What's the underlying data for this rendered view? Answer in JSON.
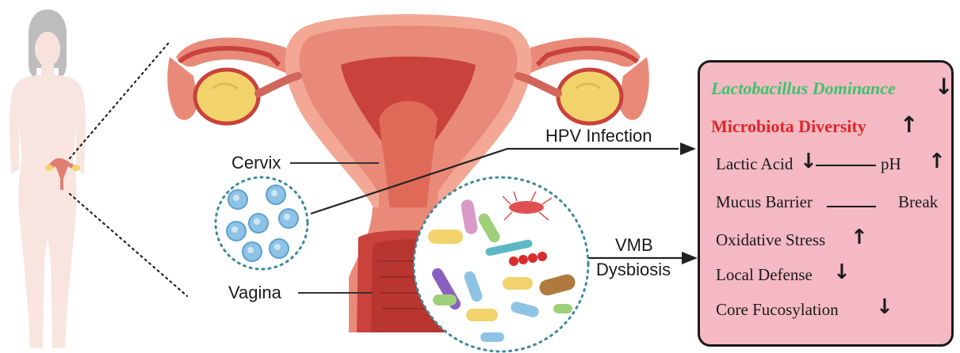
{
  "labels": {
    "cervix": "Cervix",
    "vagina": "Vagina",
    "hpv_infection": "HPV Infection",
    "vmb_line1": "VMB",
    "vmb_line2": "Dysbiosis"
  },
  "effects": {
    "lactobacillus": "Lactobacillus Dominance",
    "diversity": "Microbiota Diversity",
    "lactic_acid": "Lactic Acid",
    "ph": "pH",
    "mucus_barrier": "Mucus Barrier",
    "break": "Break",
    "oxidative_stress": "Oxidative Stress",
    "local_defense": "Local Defense",
    "core_fucosylation": "Core Fucosylation"
  },
  "arrows": {
    "down": "↓",
    "up": "↑"
  },
  "colors": {
    "box_fill": "#f4b9c3",
    "lactobacillus_text": "#3cc46b",
    "diversity_text": "#e0262a",
    "uterus_outer": "#e98a79",
    "uterus_inner": "#c9423c",
    "ovary": "#f2d36b",
    "virus": "#8ec3e6"
  },
  "icons": [
    "female-body-icon",
    "uterus-icon",
    "virus-cluster-icon",
    "bacteria-cluster-icon"
  ]
}
